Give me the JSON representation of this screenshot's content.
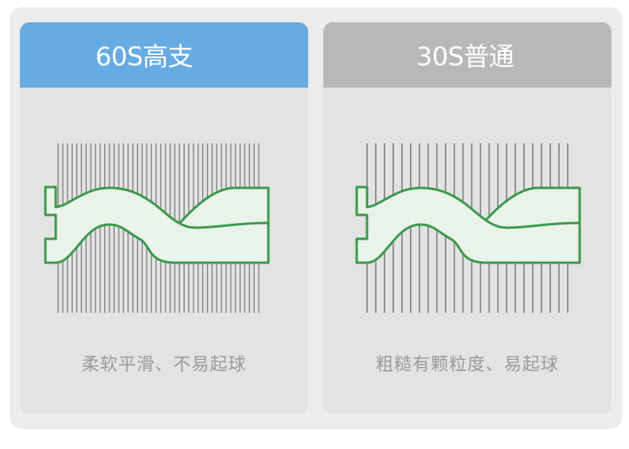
{
  "cards": [
    {
      "title": "60S高支",
      "description": "柔软平滑、不易起球",
      "header_color": "#67abe3",
      "thread_count": 44,
      "icon": "fine-yarn-weave-icon"
    },
    {
      "title": "30S普通",
      "description": "粗糙有颗粒度、易起球",
      "header_color": "#b8b8b8",
      "thread_count": 24,
      "icon": "coarse-yarn-weave-icon"
    }
  ],
  "colors": {
    "weave_stroke": "#3a9a4a",
    "weave_fill": "#eaf3ea",
    "threads": "#7d7d7d",
    "background": "#e3e3e3"
  }
}
